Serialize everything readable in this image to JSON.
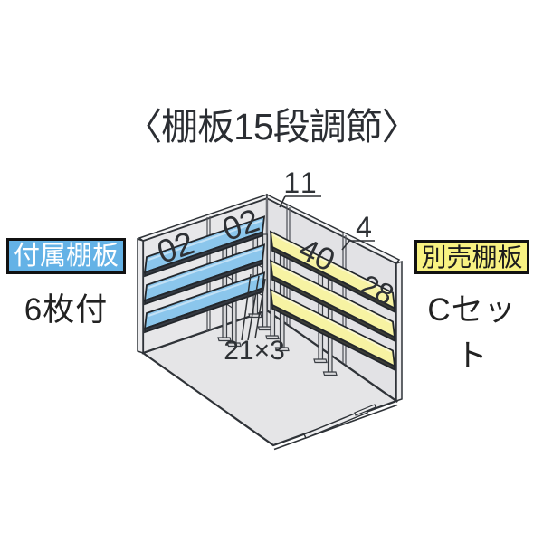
{
  "title": "〈棚板15段調節〉",
  "included_label": {
    "tag": "付属棚板",
    "value": "6枚付"
  },
  "optional_label": {
    "tag": "別売棚板",
    "value": "Cセット"
  },
  "diagram": {
    "panel_numbers": {
      "left_panel_1": "02",
      "left_panel_2": "02",
      "right_panel_1": "40",
      "right_panel_2": "28"
    },
    "callouts": {
      "wall_top": "11",
      "wall_side": "4",
      "shelf_supports": "21×3"
    },
    "colors": {
      "included_shelf": "#8bc6ec",
      "optional_shelf": "#f7f3a3",
      "wall_left": "#e7e7e9",
      "wall_right": "#e2e2e5",
      "floor": "#e5e5e7",
      "label_blue": "#64b2e6",
      "label_yellow": "#f8f282",
      "line": "#2f3338"
    }
  }
}
